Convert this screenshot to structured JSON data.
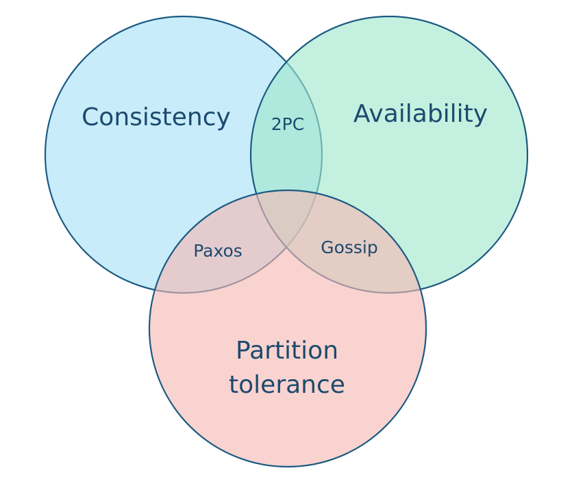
{
  "sets": [
    {
      "id": "consistency",
      "label": "Consistency",
      "color": "#a6e0f5"
    },
    {
      "id": "availability",
      "label": "Availability",
      "color": "#9fe6cc"
    },
    {
      "id": "partition",
      "label_line1": "Partition",
      "label_line2": "tolerance",
      "color": "#f6b8b3"
    }
  ],
  "intersections": {
    "consistency_availability": "2PC",
    "consistency_partition": "Paxos",
    "availability_partition": "Gossip"
  },
  "colors": {
    "outline": "#1b5a82",
    "text": "#1c4a6e"
  }
}
